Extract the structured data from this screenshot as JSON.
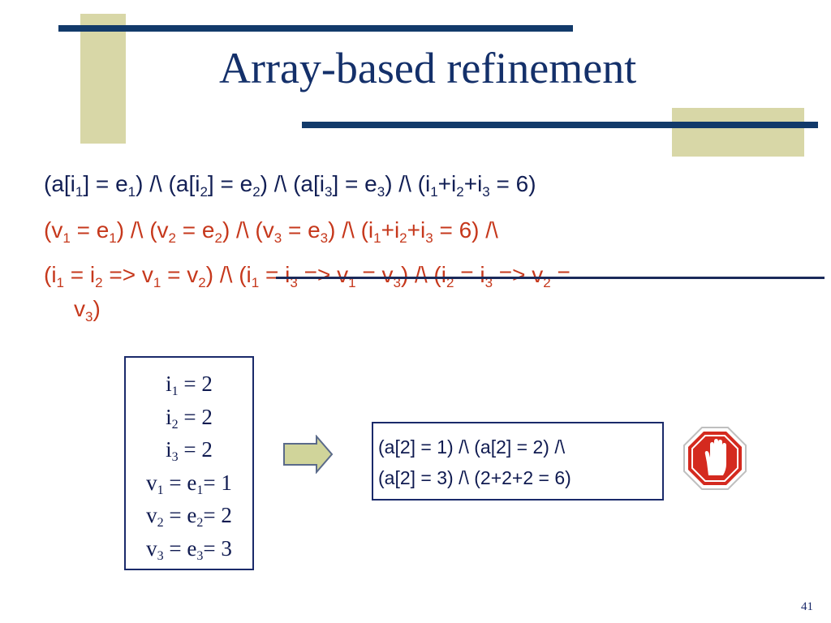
{
  "title": "Array-based refinement",
  "formula": {
    "line1": [
      {
        "t": "(a[i"
      },
      {
        "s": "1"
      },
      {
        "t": "] = e"
      },
      {
        "s": "1"
      },
      {
        "t": ") /\\ (a[i"
      },
      {
        "s": "2"
      },
      {
        "t": "] = e"
      },
      {
        "s": "2"
      },
      {
        "t": ") /\\ (a[i"
      },
      {
        "s": "3"
      },
      {
        "t": "] = e"
      },
      {
        "s": "3"
      },
      {
        "t": ") /\\ (i"
      },
      {
        "s": "1"
      },
      {
        "t": "+i"
      },
      {
        "s": "2"
      },
      {
        "t": "+i"
      },
      {
        "s": "3"
      },
      {
        "t": " = 6)"
      }
    ],
    "line2": [
      {
        "t": "(v"
      },
      {
        "s": "1"
      },
      {
        "t": " = e"
      },
      {
        "s": "1"
      },
      {
        "t": ") /\\ (v"
      },
      {
        "s": "2"
      },
      {
        "t": " = e"
      },
      {
        "s": "2"
      },
      {
        "t": ") /\\ (v"
      },
      {
        "s": "3"
      },
      {
        "t": " = e"
      },
      {
        "s": "3"
      },
      {
        "t": ") /\\ (i"
      },
      {
        "s": "1"
      },
      {
        "t": "+i"
      },
      {
        "s": "2"
      },
      {
        "t": "+i"
      },
      {
        "s": "3"
      },
      {
        "t": " = 6) /\\"
      }
    ],
    "line3": [
      {
        "t": "(i"
      },
      {
        "s": "1"
      },
      {
        "t": " = i"
      },
      {
        "s": "2"
      },
      {
        "t": " => v"
      },
      {
        "s": "1"
      },
      {
        "t": " = v"
      },
      {
        "s": "2"
      },
      {
        "t": ") /\\ (i"
      },
      {
        "s": "1"
      },
      {
        "t": " = i"
      },
      {
        "s": "3"
      },
      {
        "t": " => v"
      },
      {
        "s": "1"
      },
      {
        "t": " = v"
      },
      {
        "s": "3"
      },
      {
        "t": ") /\\ (i"
      },
      {
        "s": "2"
      },
      {
        "t": " = i"
      },
      {
        "s": "3"
      },
      {
        "t": " => v"
      },
      {
        "s": "2"
      },
      {
        "t": " ="
      }
    ],
    "line3b": [
      {
        "t": "v"
      },
      {
        "s": "3"
      },
      {
        "t": ")"
      }
    ]
  },
  "assignment": [
    [
      {
        "t": "i"
      },
      {
        "s": "1"
      },
      {
        "t": " = 2"
      }
    ],
    [
      {
        "t": "i"
      },
      {
        "s": "2"
      },
      {
        "t": " = 2"
      }
    ],
    [
      {
        "t": "i"
      },
      {
        "s": "3"
      },
      {
        "t": " = 2"
      }
    ],
    [
      {
        "t": "v"
      },
      {
        "s": "1"
      },
      {
        "t": " = e"
      },
      {
        "s": "1"
      },
      {
        "t": "= 1"
      }
    ],
    [
      {
        "t": "v"
      },
      {
        "s": "2"
      },
      {
        "t": " = e"
      },
      {
        "s": "2"
      },
      {
        "t": "= 2"
      }
    ],
    [
      {
        "t": "v"
      },
      {
        "s": "3"
      },
      {
        "t": " = e"
      },
      {
        "s": "3"
      },
      {
        "t": "= 3"
      }
    ]
  ],
  "result": {
    "line1": "(a[2] = 1) /\\ (a[2] = 2) /\\",
    "line2": "(a[2] = 3) /\\ (2+2+2 = 6)"
  },
  "icons": {
    "arrow": "right-arrow-icon",
    "stop": "stop-sign-icon"
  },
  "colors": {
    "title": "#14306a",
    "formula_main": "#121f55",
    "formula_highlight": "#c6381c",
    "accent_line": "#123a6a",
    "accent_block": "#d8d7a7",
    "stop_red": "#d42a1f"
  },
  "page_number": "41"
}
